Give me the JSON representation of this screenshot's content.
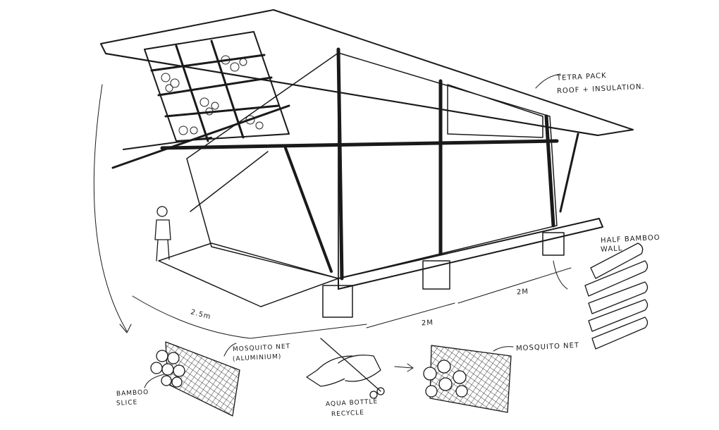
{
  "title": "Bamboo shelter concept sketch",
  "annotations": {
    "roof": [
      "TETRA PACK",
      "ROOF + INSULATION."
    ],
    "wall": [
      "HALF BAMBOO",
      "WALL"
    ],
    "net_left": [
      "MOSQUITO NET",
      "(ALUMINIUM)"
    ],
    "bamboo_slice": [
      "BAMBOO",
      "SLICE"
    ],
    "bottle": [
      "AQUA BOTTLE",
      "RECYCLE"
    ],
    "net_right": "MOSQUITO NET"
  },
  "dimensions": {
    "width": "2.5m",
    "length_front": "2M",
    "length_back": "2M"
  },
  "colors": {
    "ink": "#1a1a1a",
    "paper": "#ffffff"
  }
}
